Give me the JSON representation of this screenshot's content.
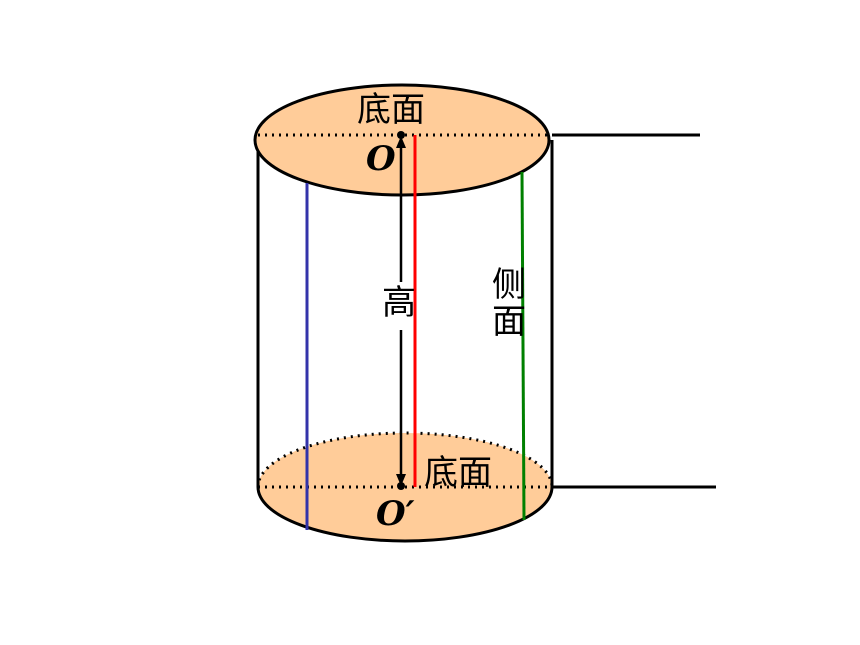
{
  "labels": {
    "top_base": "底面",
    "bottom_base": "底面",
    "height": "高",
    "side_1": "侧",
    "side_2": "面",
    "top_center": "O",
    "bottom_center": "O′"
  },
  "colors": {
    "base_fill": "#FFCC99",
    "outline": "#000000",
    "axis": "#FF0000",
    "generatrix_left": "#3333AA",
    "generatrix_right": "#008000"
  }
}
